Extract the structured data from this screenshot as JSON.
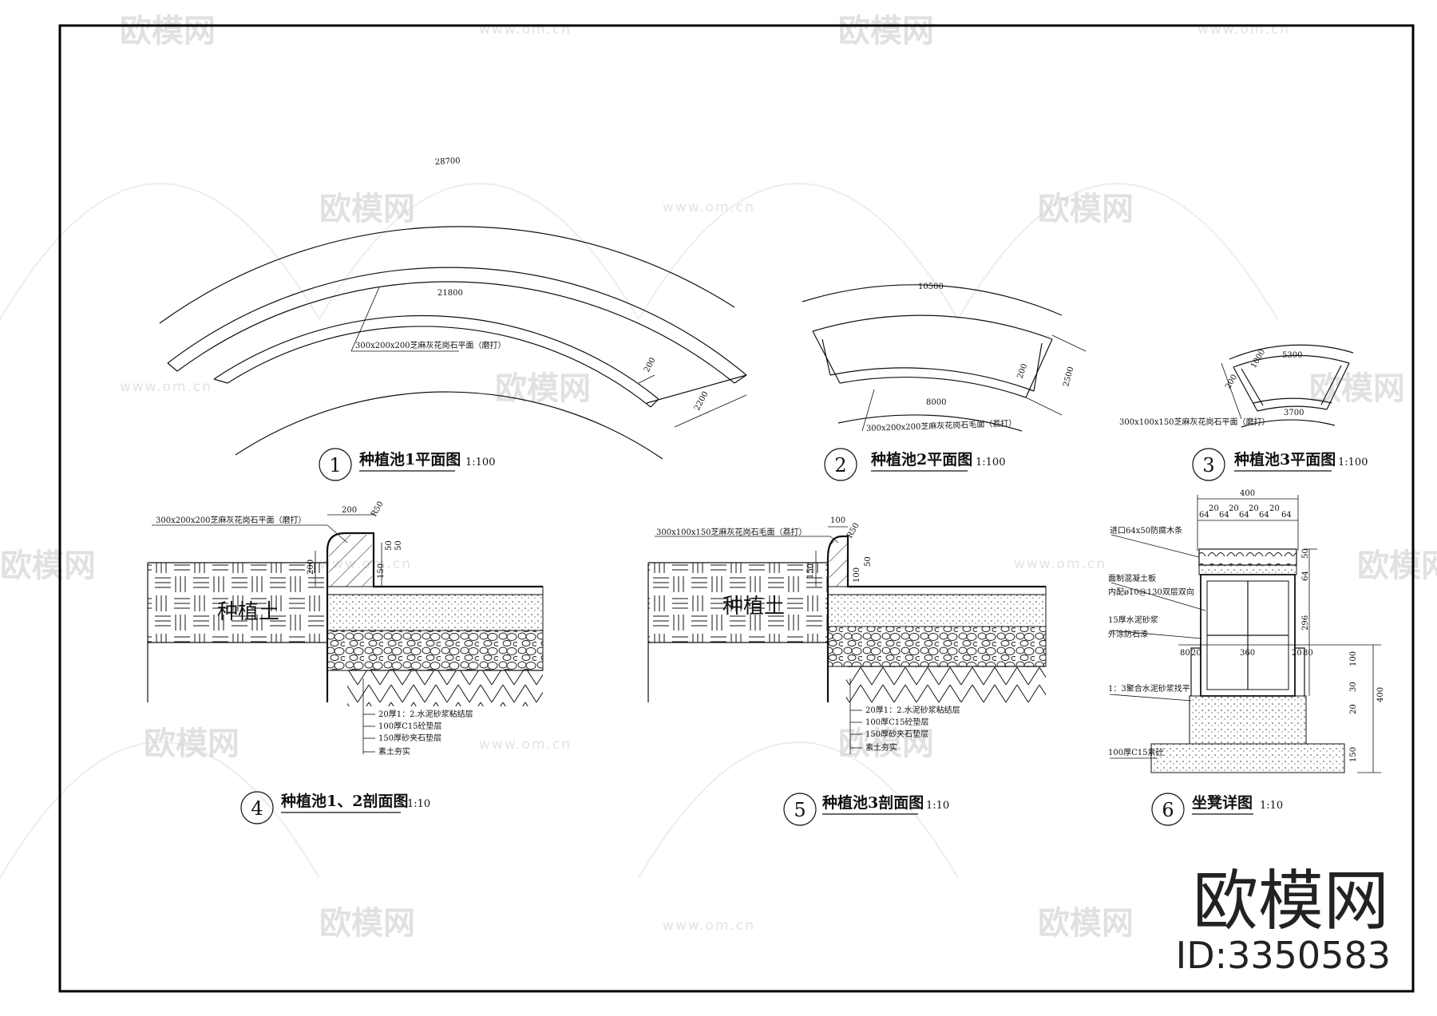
{
  "watermark": {
    "brand": "欧模网",
    "url": "www.om.cn"
  },
  "brand_mark": {
    "name": "欧模网",
    "id": "ID:3350583"
  },
  "views": [
    {
      "num": "1",
      "title": "种植池1平面图",
      "scale": "1:100"
    },
    {
      "num": "2",
      "title": "种植池2平面图",
      "scale": "1:100"
    },
    {
      "num": "3",
      "title": "种植池3平面图",
      "scale": "1:100"
    },
    {
      "num": "4",
      "title": "种植池1、2剖面图",
      "scale": "1:10"
    },
    {
      "num": "5",
      "title": "种植池3剖面图",
      "scale": "1:10"
    },
    {
      "num": "6",
      "title": "坐凳详图",
      "scale": "1:10"
    }
  ],
  "plan1": {
    "outer": "28700",
    "inner": "21800",
    "width": "2200",
    "wall": "200",
    "note": "300x200x200芝麻灰花岗石平面（磨打）"
  },
  "plan2": {
    "outer": "10500",
    "inner": "8000",
    "width": "2500",
    "wall": "200",
    "note": "300x200x200芝麻灰花岗石毛面（荔打）"
  },
  "plan3": {
    "outer": "5300",
    "inner": "3700",
    "d1": "1000",
    "d2": "200",
    "note": "300x100x150芝麻灰花岗石平面（磨打）"
  },
  "section4": {
    "soil": "种植土",
    "top_note": "300x200x200芝麻灰花岗石平面（磨打）",
    "dims": [
      "200",
      "R50",
      "50",
      "150",
      "50",
      "200"
    ],
    "layers": [
      "20厚1：2.水泥砂浆粘结层",
      "100厚C15砼垫层",
      "150厚砂夹石垫层",
      "素土夯实"
    ]
  },
  "section5": {
    "soil": "种植土",
    "top_note": "300x100x150芝麻灰花岗石毛面（荔打）",
    "dims": [
      "100",
      "R50",
      "150",
      "100",
      "50"
    ],
    "layers": [
      "20厚1：2.水泥砂浆粘结层",
      "100厚C15砼垫层",
      "150厚砂夹石垫层",
      "素土夯实"
    ]
  },
  "detail6": {
    "top_dims": [
      "400",
      "64",
      "20",
      "64",
      "20",
      "64",
      "20",
      "64",
      "20",
      "64"
    ],
    "side_dims": [
      "50",
      "64",
      "296"
    ],
    "mid_dims": [
      "80",
      "20",
      "360",
      "20",
      "80"
    ],
    "right_dims": [
      "100",
      "30",
      "20",
      "150",
      "400"
    ],
    "notes": [
      "进口64x50防腐木条",
      "面制混凝土板",
      "内配ø10@130双层双向",
      "15厚水泥砂浆",
      "外涂防石漆",
      "1：3聚合水泥砂浆找平",
      "100厚C15素砼"
    ]
  }
}
